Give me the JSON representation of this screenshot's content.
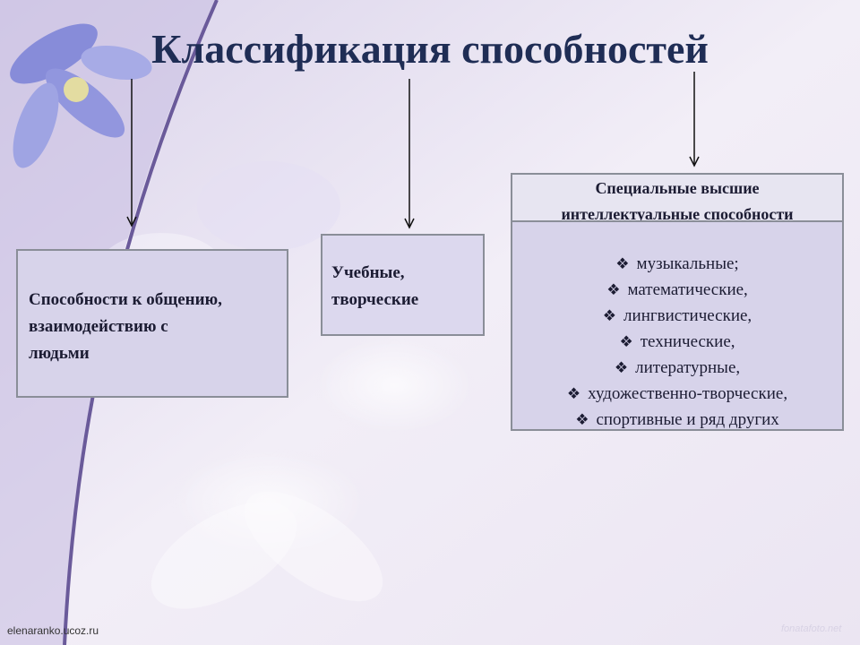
{
  "title": "Классификация способностей",
  "boxes": {
    "communication": {
      "lines": [
        "Способности к общению,",
        "взаимодействию с",
        "людьми"
      ]
    },
    "learning": {
      "lines": [
        "Учебные,",
        "творческие"
      ]
    },
    "special": {
      "heading_lines": [
        "Специальные высшие",
        "интеллектуальные способности"
      ],
      "items": [
        "музыкальные;",
        "математические,",
        "лингвистические,",
        "технические,",
        "литературные,",
        "художественно-творческие,",
        "спортивные и ряд других"
      ]
    }
  },
  "footer": {
    "site": "elenaranko.ucoz.ru",
    "watermark": "fonatafoto.net"
  },
  "colors": {
    "title": "#1f2d55",
    "box_fill": "#d7d3ea",
    "box_border": "#8a8e98",
    "curve": "#6a5a9a"
  },
  "icons": {
    "bullet": "diamond-bullet-icon"
  }
}
